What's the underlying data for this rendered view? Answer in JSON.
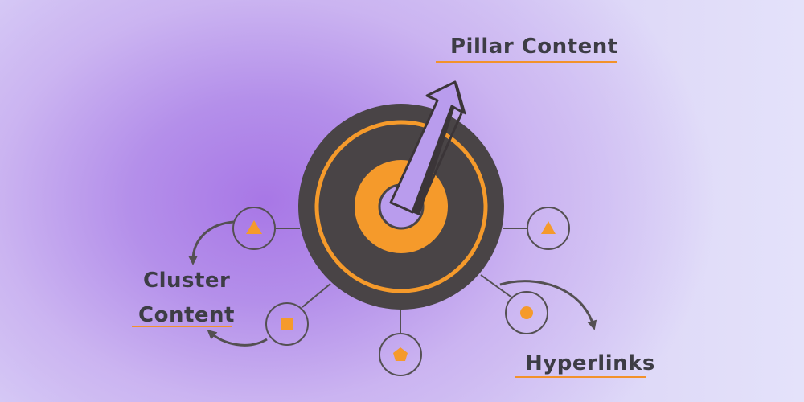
{
  "labels": {
    "pillar": "Pillar Content",
    "cluster_line1": "Cluster",
    "cluster_line2": "Content",
    "hyperlinks": "Hyperlinks"
  },
  "colors": {
    "dark_ring": "#494446",
    "orange": "#f59a2b",
    "lavender": "#b99ced",
    "node_stroke": "#545052",
    "text": "#3d3d45",
    "underline": "#f2922b"
  },
  "cluster_node_icons": [
    "triangle-icon",
    "triangle-icon",
    "square-icon",
    "pentagon-icon",
    "circle-icon"
  ]
}
